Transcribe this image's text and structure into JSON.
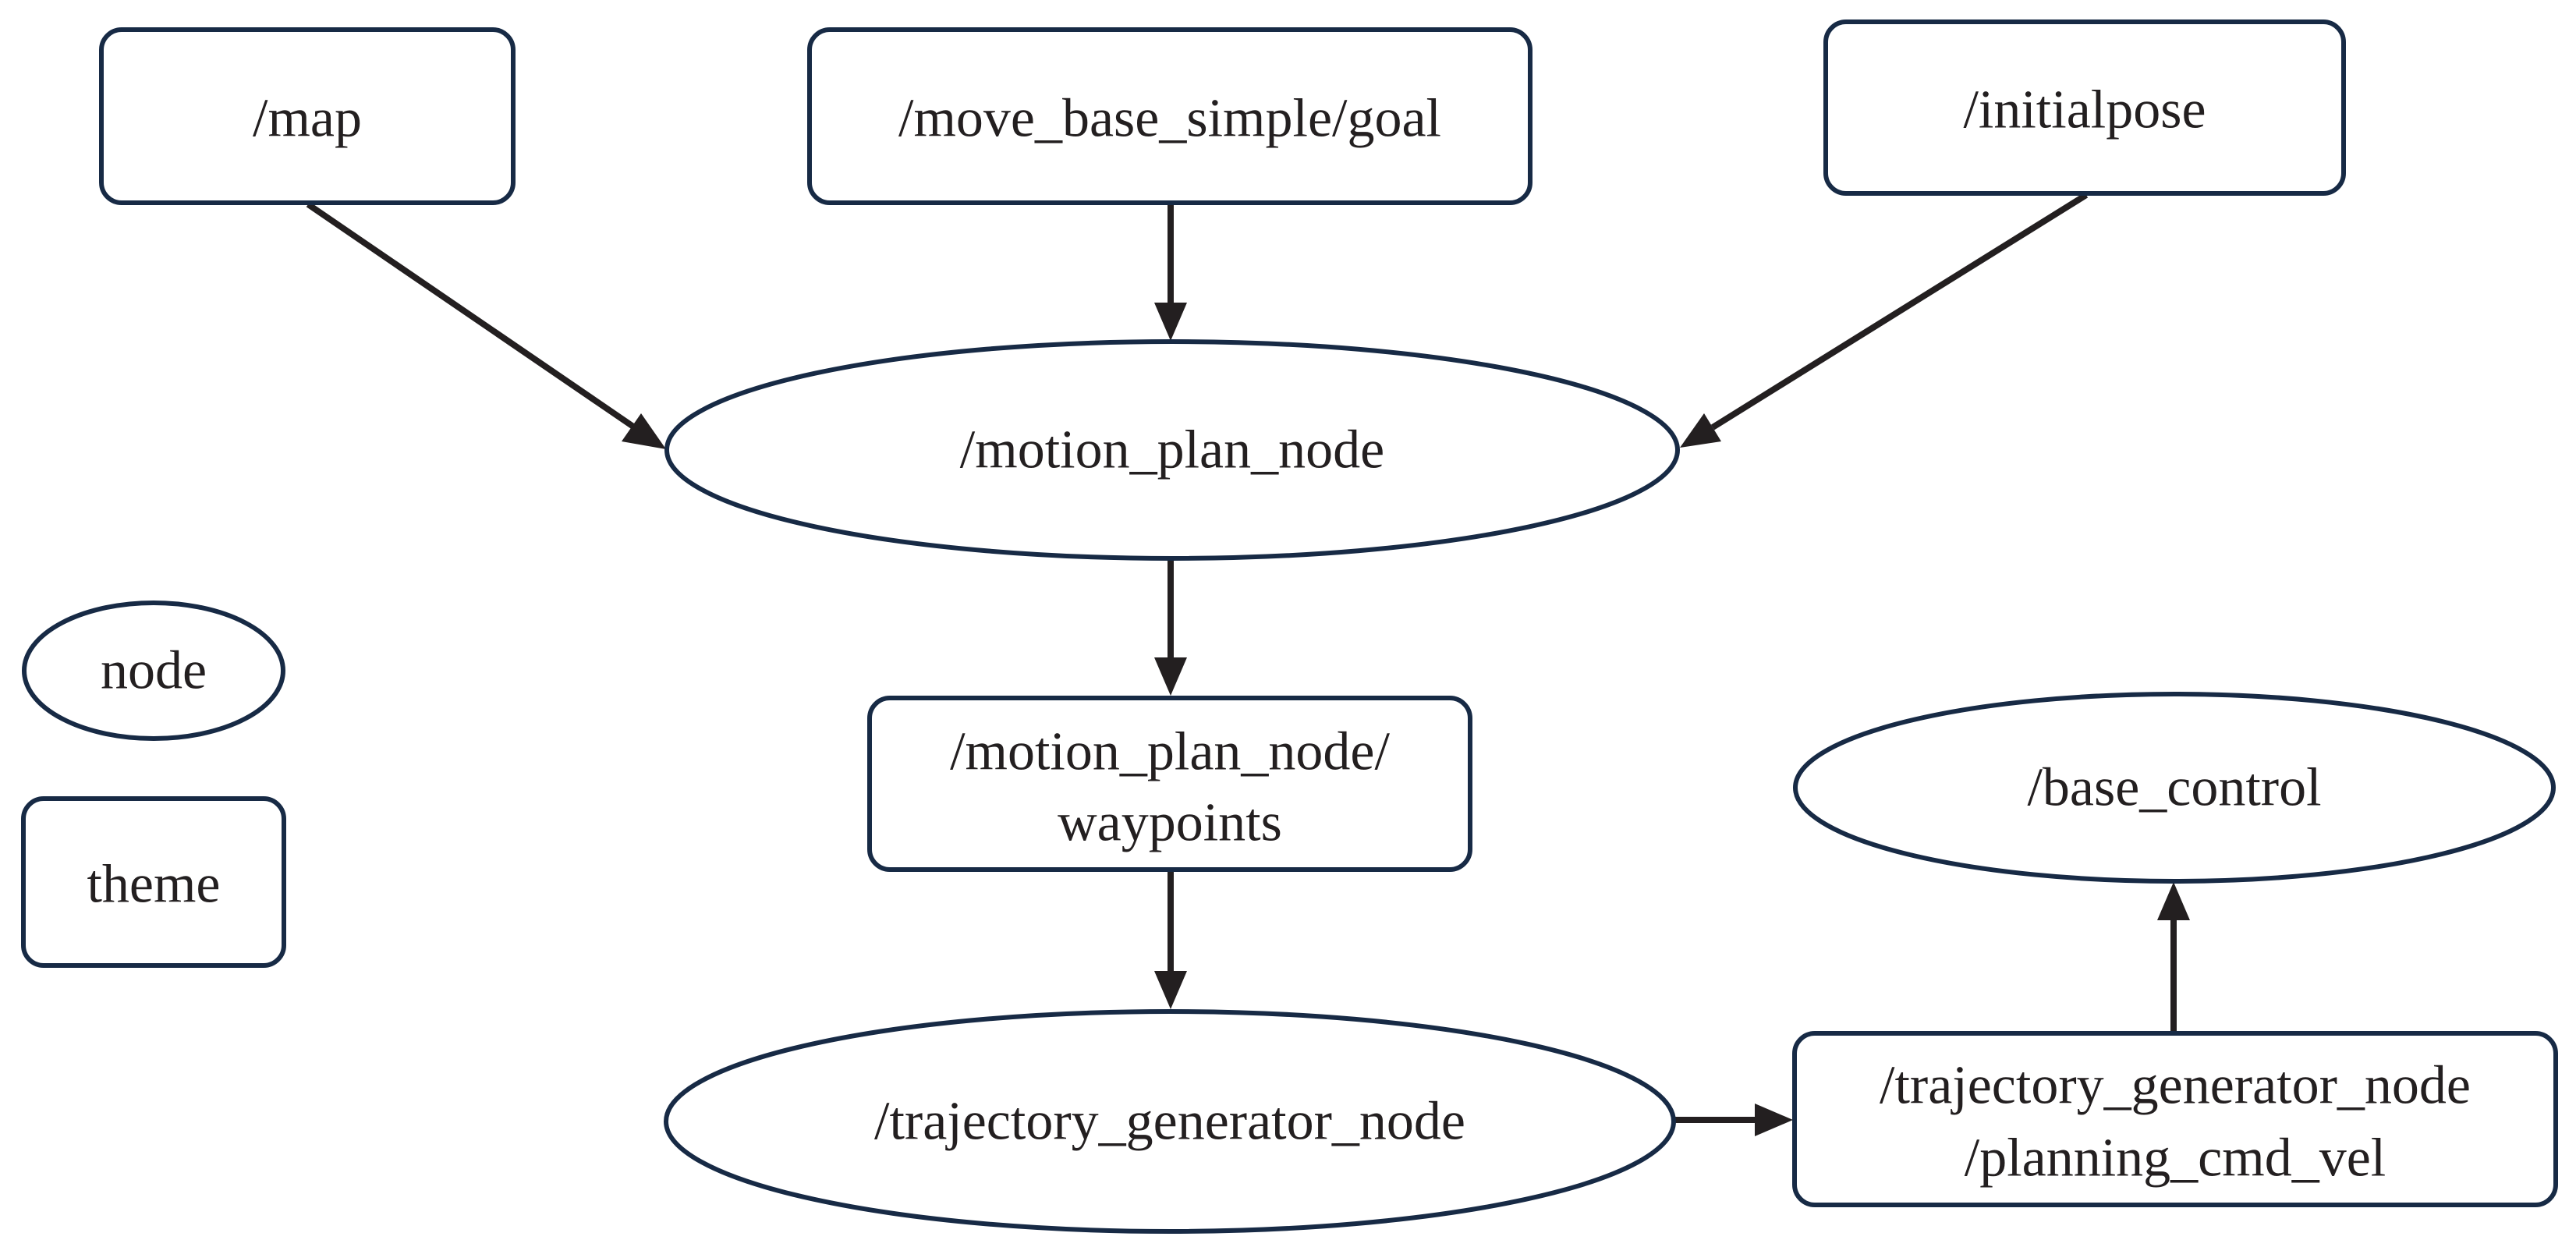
{
  "nodes": {
    "map": {
      "label": "/map",
      "kind": "theme"
    },
    "goal": {
      "label": "/move_base_simple/goal",
      "kind": "theme"
    },
    "initialpose": {
      "label": "/initialpose",
      "kind": "theme"
    },
    "motion_plan_node": {
      "label": "/motion_plan_node",
      "kind": "node"
    },
    "waypoints": {
      "line1": "/motion_plan_node/",
      "line2": "waypoints",
      "kind": "theme"
    },
    "trajectory_generator_node": {
      "label": "/trajectory_generator_node",
      "kind": "node"
    },
    "planning_cmd_vel": {
      "line1": "/trajectory_generator_node",
      "line2": "/planning_cmd_vel",
      "kind": "theme"
    },
    "base_control": {
      "label": "/base_control",
      "kind": "node"
    }
  },
  "edges": [
    {
      "from": "map",
      "to": "motion_plan_node"
    },
    {
      "from": "goal",
      "to": "motion_plan_node"
    },
    {
      "from": "initialpose",
      "to": "motion_plan_node"
    },
    {
      "from": "motion_plan_node",
      "to": "waypoints"
    },
    {
      "from": "waypoints",
      "to": "trajectory_generator_node"
    },
    {
      "from": "trajectory_generator_node",
      "to": "planning_cmd_vel"
    },
    {
      "from": "planning_cmd_vel",
      "to": "base_control"
    }
  ],
  "legend": {
    "node_label": "node",
    "theme_label": "theme"
  },
  "colors": {
    "shape_stroke": "#172a45",
    "edge": "#231f20",
    "text": "#231f20",
    "background": "#ffffff"
  }
}
